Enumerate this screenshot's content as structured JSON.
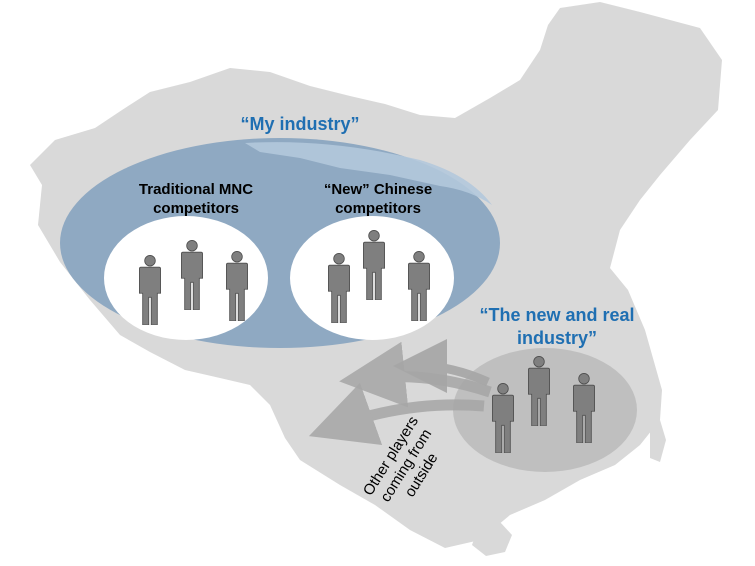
{
  "labels": {
    "my_industry": "“My industry”",
    "traditional_line1": "Traditional MNC",
    "traditional_line2": "competitors",
    "new_line1": "“New” Chinese",
    "new_line2": "competitors",
    "real_line1": "“The new and real",
    "real_line2": "industry”",
    "outside_line1": "Other players",
    "outside_line2": "coming from",
    "outside_line3": "outside"
  },
  "colors": {
    "map": "#d9d9d9",
    "my_industry_ellipse": "#8fa9c2",
    "my_industry_top": "#b3c8dc",
    "inner_circle": "#ffffff",
    "real_industry_ellipse": "#bfbfbf",
    "person": "#7f7f7f",
    "accent_text": "#1f6fb2",
    "arrow": "#a6a6a6"
  },
  "icons": [
    "person-icon",
    "arrow-icon",
    "china-map"
  ]
}
